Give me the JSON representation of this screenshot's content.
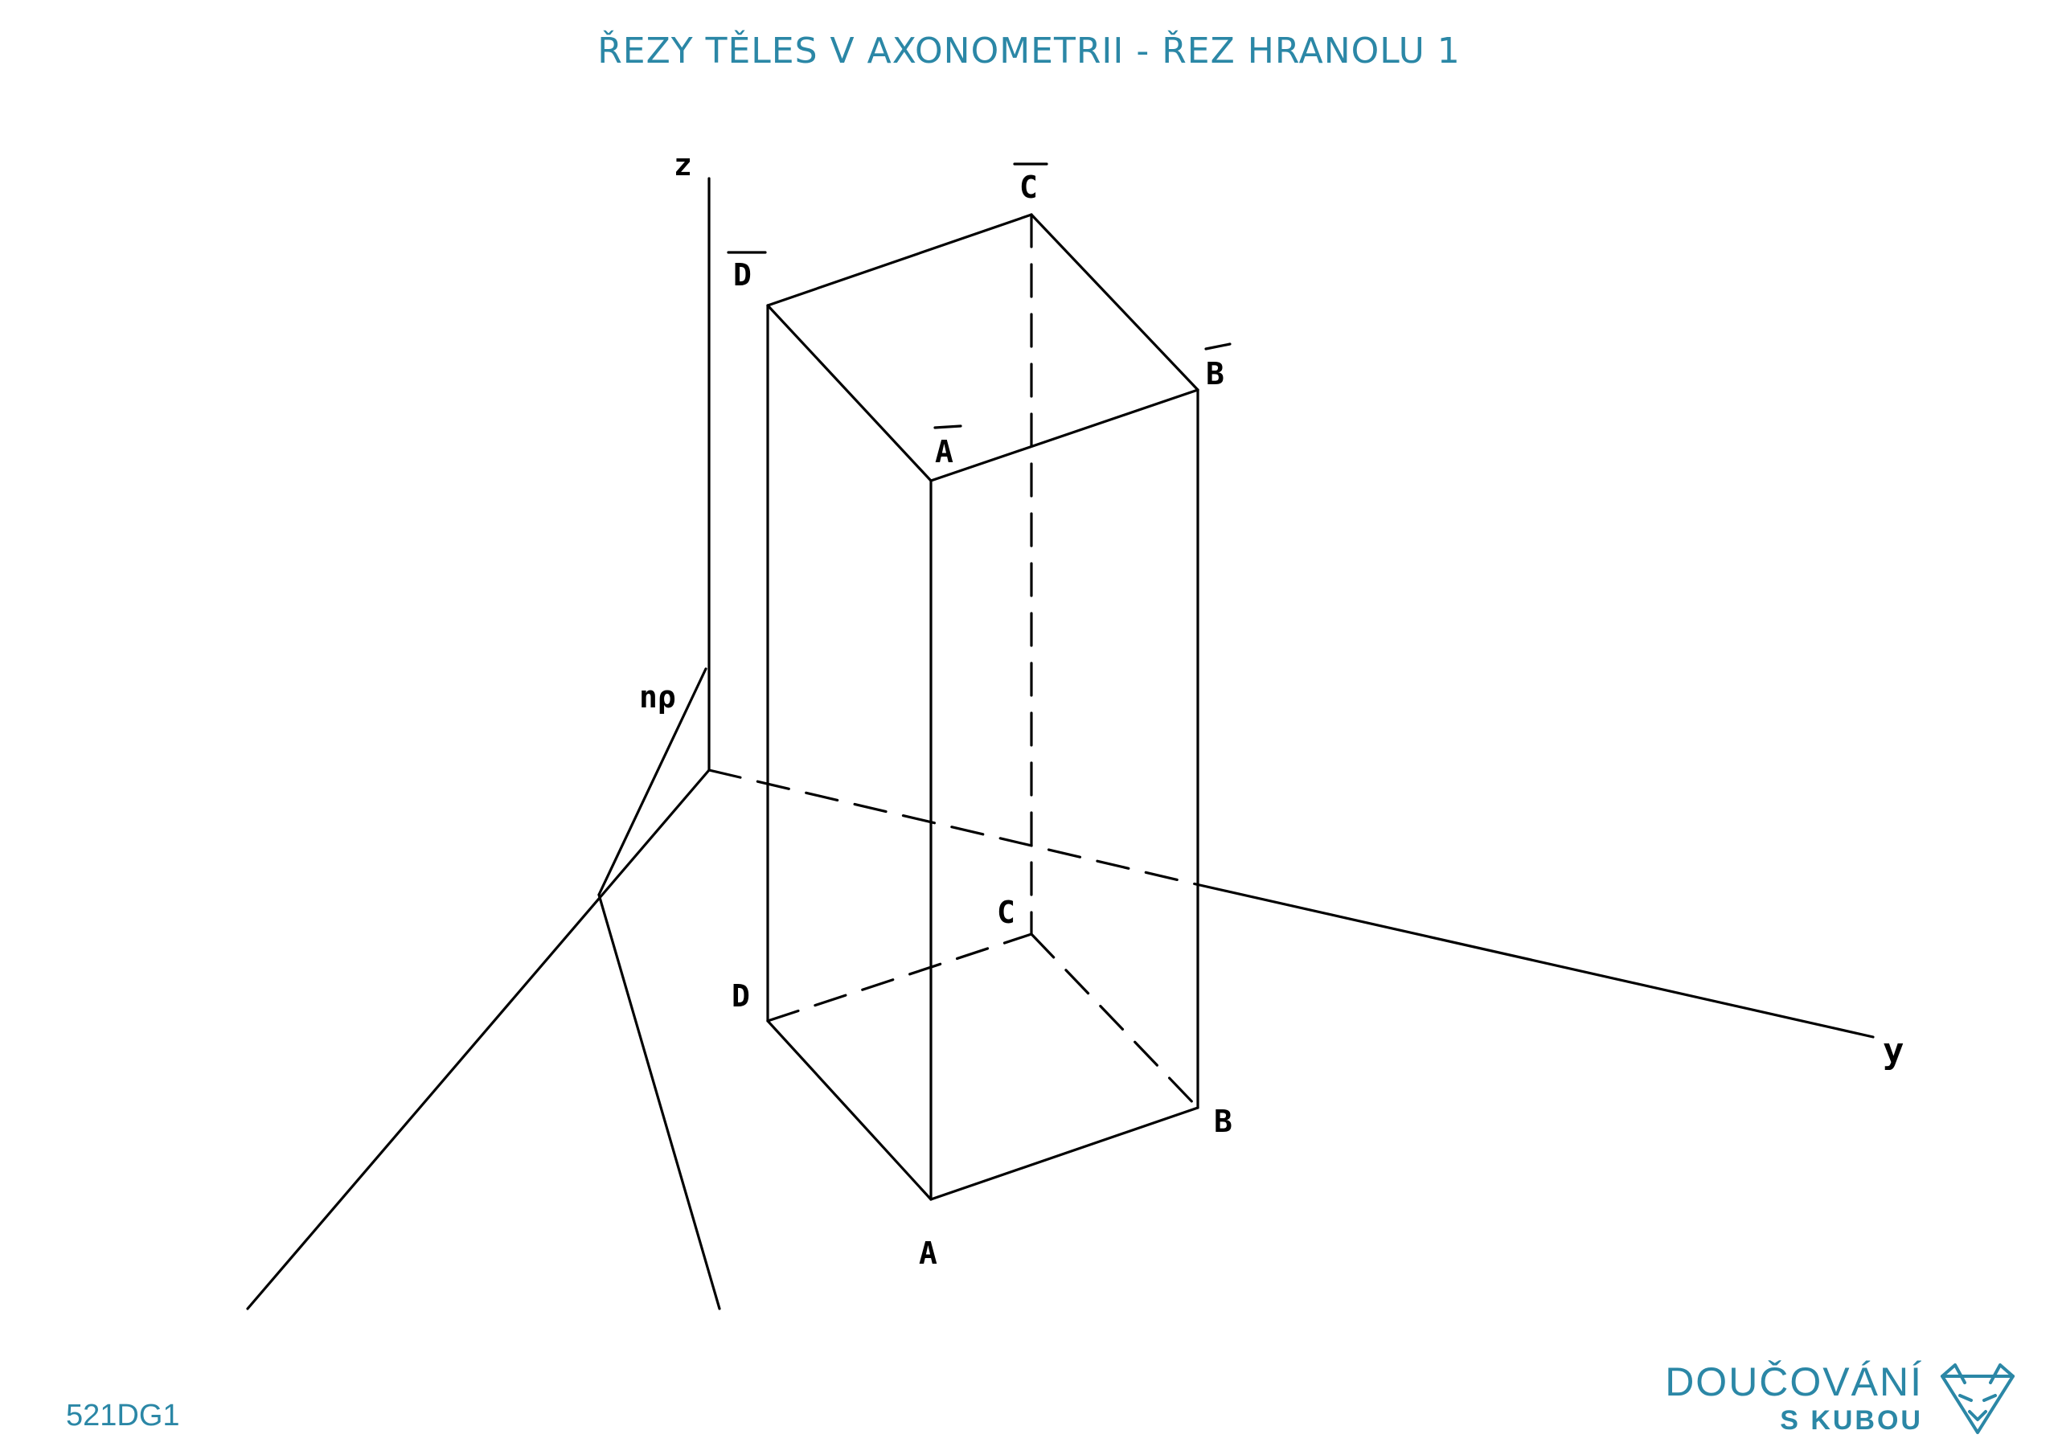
{
  "title": "ŘEZY TĚLES V AXONOMETRII - ŘEZ HRANOLU 1",
  "code": "521DG1",
  "logo": {
    "line1": "DOUČOVÁNÍ",
    "line2": "S KUBOU",
    "icon": "fox-icon",
    "color": "#2b87a6"
  },
  "figure": {
    "axes": {
      "z": "z",
      "y": "y",
      "np": "nρ"
    },
    "vertices": {
      "A": "A",
      "B": "B",
      "C": "C",
      "D": "D",
      "A_top": "A",
      "B_top": "B",
      "C_top": "C",
      "D_top": "D"
    }
  }
}
